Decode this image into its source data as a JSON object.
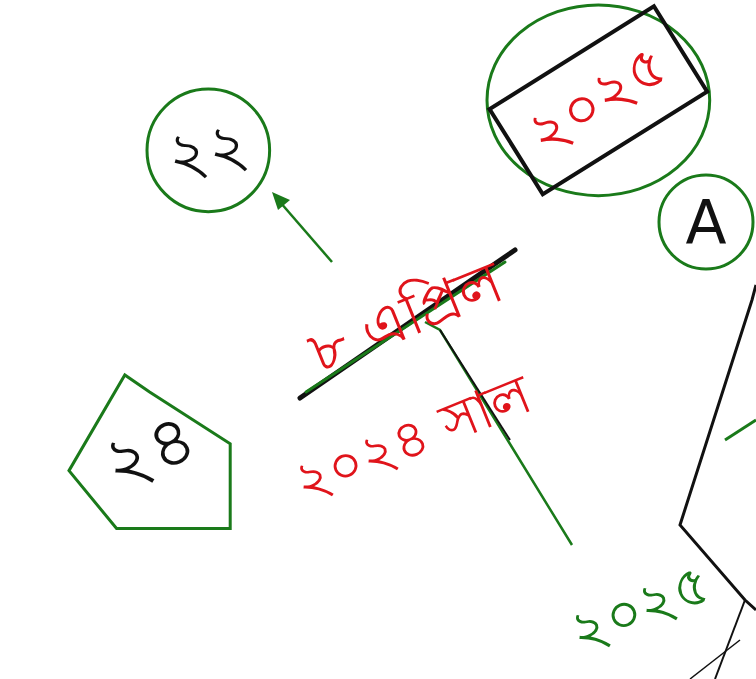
{
  "diagram": {
    "nodes": [
      {
        "text": [
          "২২"
        ]
      },
      {
        "text": [
          "২০২৫"
        ]
      },
      {
        "text": [
          "২৪"
        ]
      },
      {
        "text": [
          "A"
        ]
      }
    ],
    "labels": [
      "৮ এপ্রিল",
      "২০২৪ সাল",
      "২০২৫"
    ]
  }
}
